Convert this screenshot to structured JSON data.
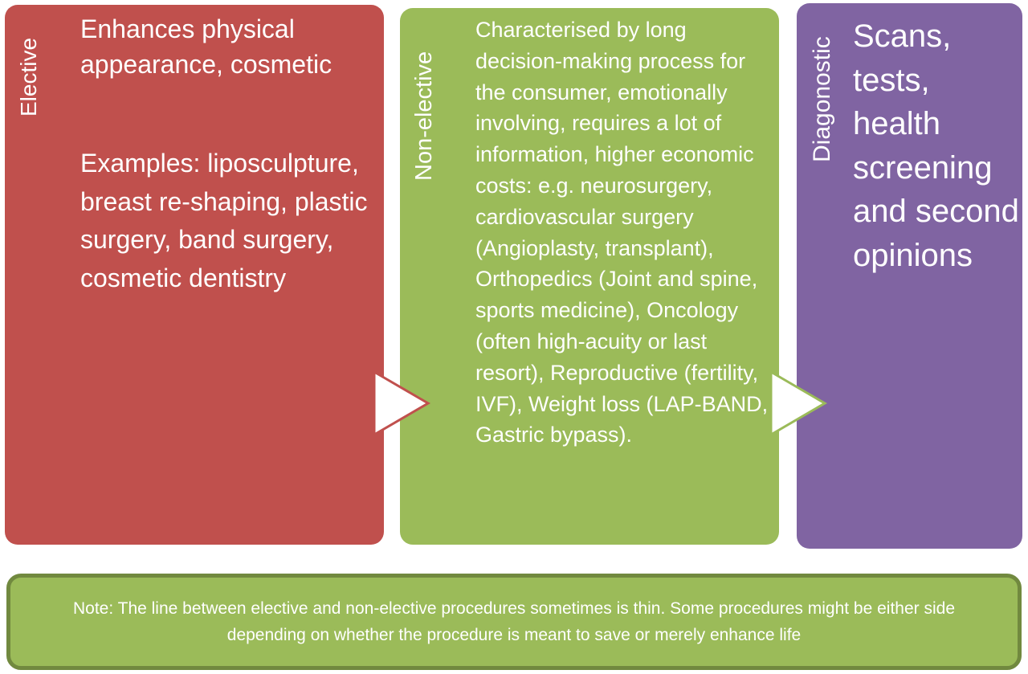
{
  "colors": {
    "elective": "#c0504d",
    "non_elective": "#9bbb59",
    "diagnostic": "#8064a2",
    "note_border": "#71893f",
    "text": "#ffffff"
  },
  "elective": {
    "label": "Elective",
    "description": "Enhances physical appearance, cosmetic",
    "examples": "Examples: liposculpture, breast re-shaping, plastic surgery, band surgery, cosmetic dentistry"
  },
  "non_elective": {
    "label": "Non-elective",
    "body": "Characterised by long decision-making process for the consumer, emotionally involving, requires a lot of information, higher economic costs: e.g. neurosurgery, cardiovascular surgery (Angioplasty, transplant), Orthopedics (Joint and spine, sports medicine), Oncology (often high-acuity or last resort), Reproductive (fertility, IVF), Weight loss (LAP-BAND, Gastric bypass)."
  },
  "diagnostic": {
    "label": "Diagonostic",
    "body": "Scans, tests, health screening and second opinions"
  },
  "note": {
    "text": "Note: The line between elective and non-elective procedures sometimes is thin. Some procedures might be either side depending on whether the procedure is meant to save or merely enhance life"
  }
}
